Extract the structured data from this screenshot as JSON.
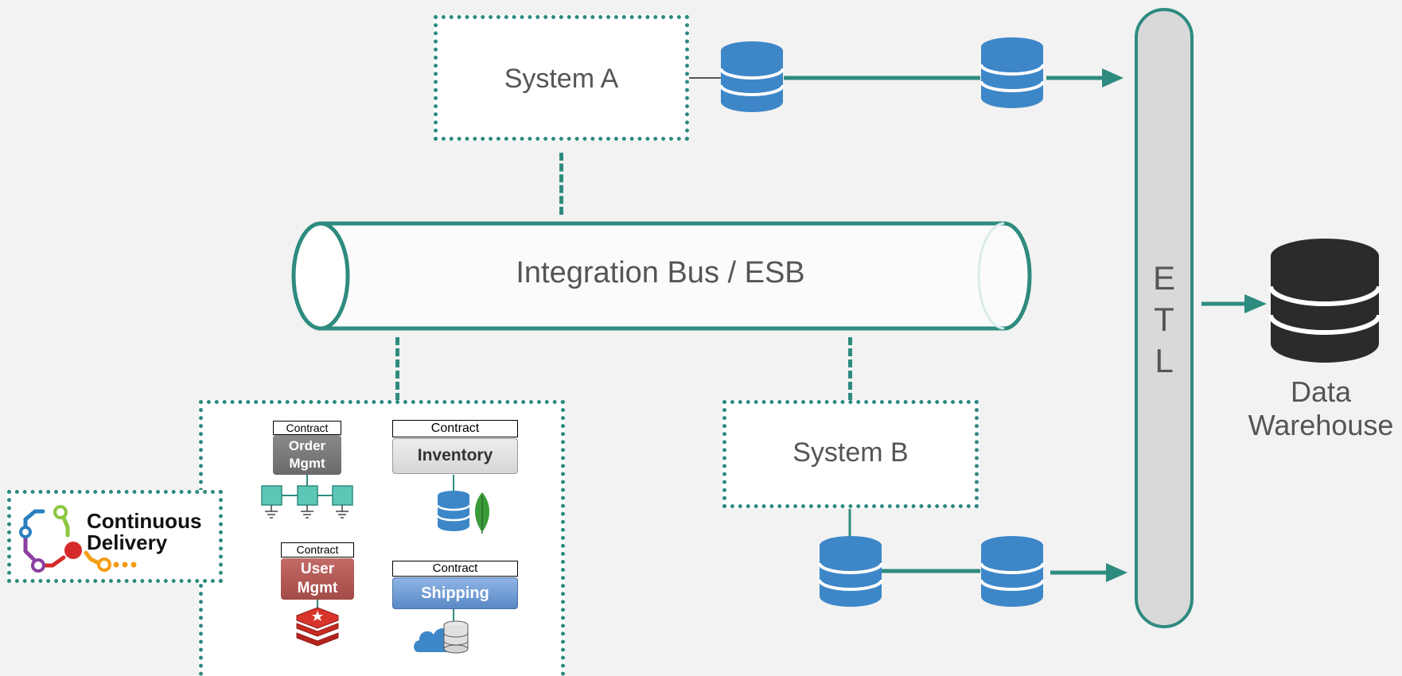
{
  "system_a": {
    "label": "System A"
  },
  "system_b": {
    "label": "System B"
  },
  "bus": {
    "label": "Integration Bus / ESB"
  },
  "etl": {
    "letters": [
      "E",
      "T",
      "L"
    ]
  },
  "data_warehouse": {
    "line1": "Data",
    "line2": "Warehouse"
  },
  "services": {
    "order": {
      "contract": "Contract",
      "line1": "Order",
      "line2": "Mgmt"
    },
    "inventory": {
      "contract": "Contract",
      "label": "Inventory"
    },
    "user": {
      "contract": "Contract",
      "line1": "User",
      "line2": "Mgmt"
    },
    "shipping": {
      "contract": "Contract",
      "label": "Shipping"
    }
  },
  "continuous_delivery": {
    "line1": "Continuous",
    "line2": "Delivery"
  },
  "colors": {
    "accent": "#2e8b7f",
    "db_blue": "#3d87c8",
    "warehouse": "#2b2b2b"
  },
  "icons": [
    "database-icon",
    "mongodb-leaf-icon",
    "redis-icon",
    "cloud-database-icon",
    "network-switch-icon",
    "continuous-delivery-logo"
  ]
}
